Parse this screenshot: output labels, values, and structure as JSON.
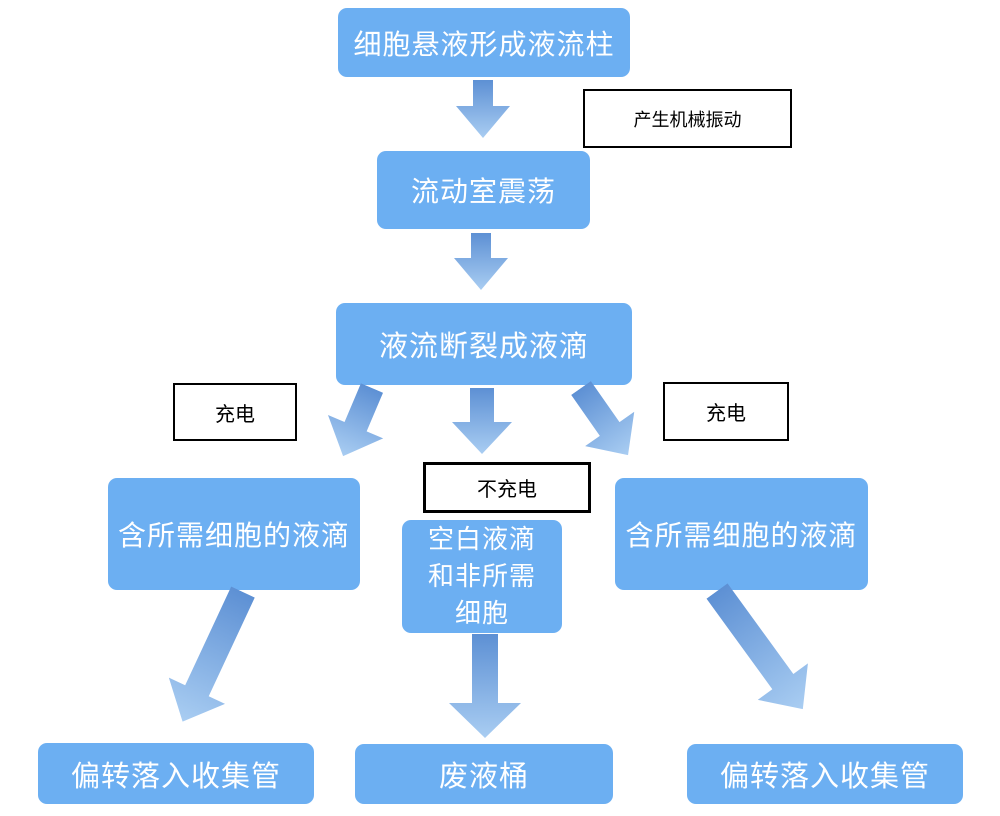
{
  "diagram": {
    "type": "flowchart",
    "language": "zh-CN",
    "colors": {
      "node_fill": "#6caff2",
      "node_text": "#ffffff",
      "arrow_gradient_start": "#5d90d4",
      "arrow_gradient_end": "#a9cdf2",
      "label_background": "#ffffff",
      "label_border": "#000000",
      "label_text": "#000000",
      "background": "#ffffff"
    },
    "nodes": {
      "jet": "细胞悬液形成液流柱",
      "chamber": "流动室震荡",
      "breakup": "液流断裂成液滴",
      "target_left": "含所需细胞的液滴",
      "blank": "空白液滴\n和非所需\n细胞",
      "target_right": "含所需细胞的液滴",
      "collect_left": "偏转落入收集管",
      "waste": "废液桶",
      "collect_right": "偏转落入收集管"
    },
    "labels": {
      "vibration": "产生机械振动",
      "charge_left": "充电",
      "charge_right": "充电",
      "no_charge": "不充电"
    }
  }
}
